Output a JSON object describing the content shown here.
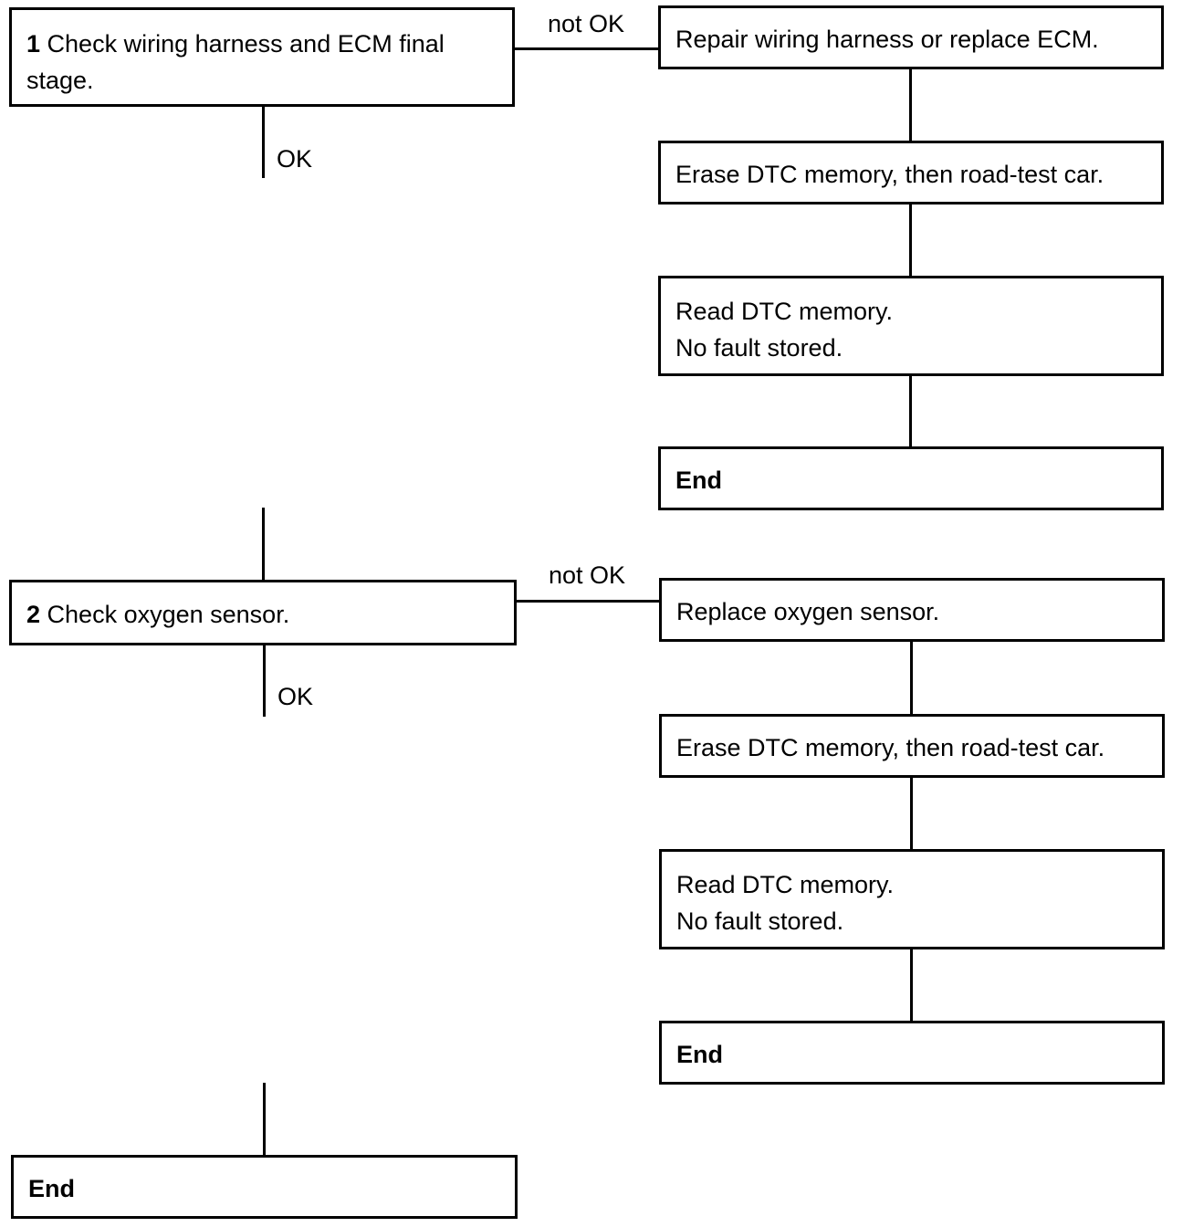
{
  "diagram": {
    "step1": {
      "number": "1",
      "text_line1": "Check wiring harness and ECM final",
      "text_line2": "stage."
    },
    "step2": {
      "number": "2",
      "text": "Check oxygen sensor."
    },
    "labels": {
      "ok": "OK",
      "not_ok": "not OK"
    },
    "branch1": {
      "repair": "Repair wiring harness or replace ECM.",
      "erase": "Erase DTC memory, then road-test car.",
      "read_line1": "Read DTC memory.",
      "read_line2": "No fault stored.",
      "end": "End"
    },
    "branch2": {
      "repair": "Replace oxygen sensor.",
      "erase": "Erase DTC memory, then road-test car.",
      "read_line1": "Read DTC memory.",
      "read_line2": "No fault stored.",
      "end": "End"
    },
    "final_end": "End"
  }
}
